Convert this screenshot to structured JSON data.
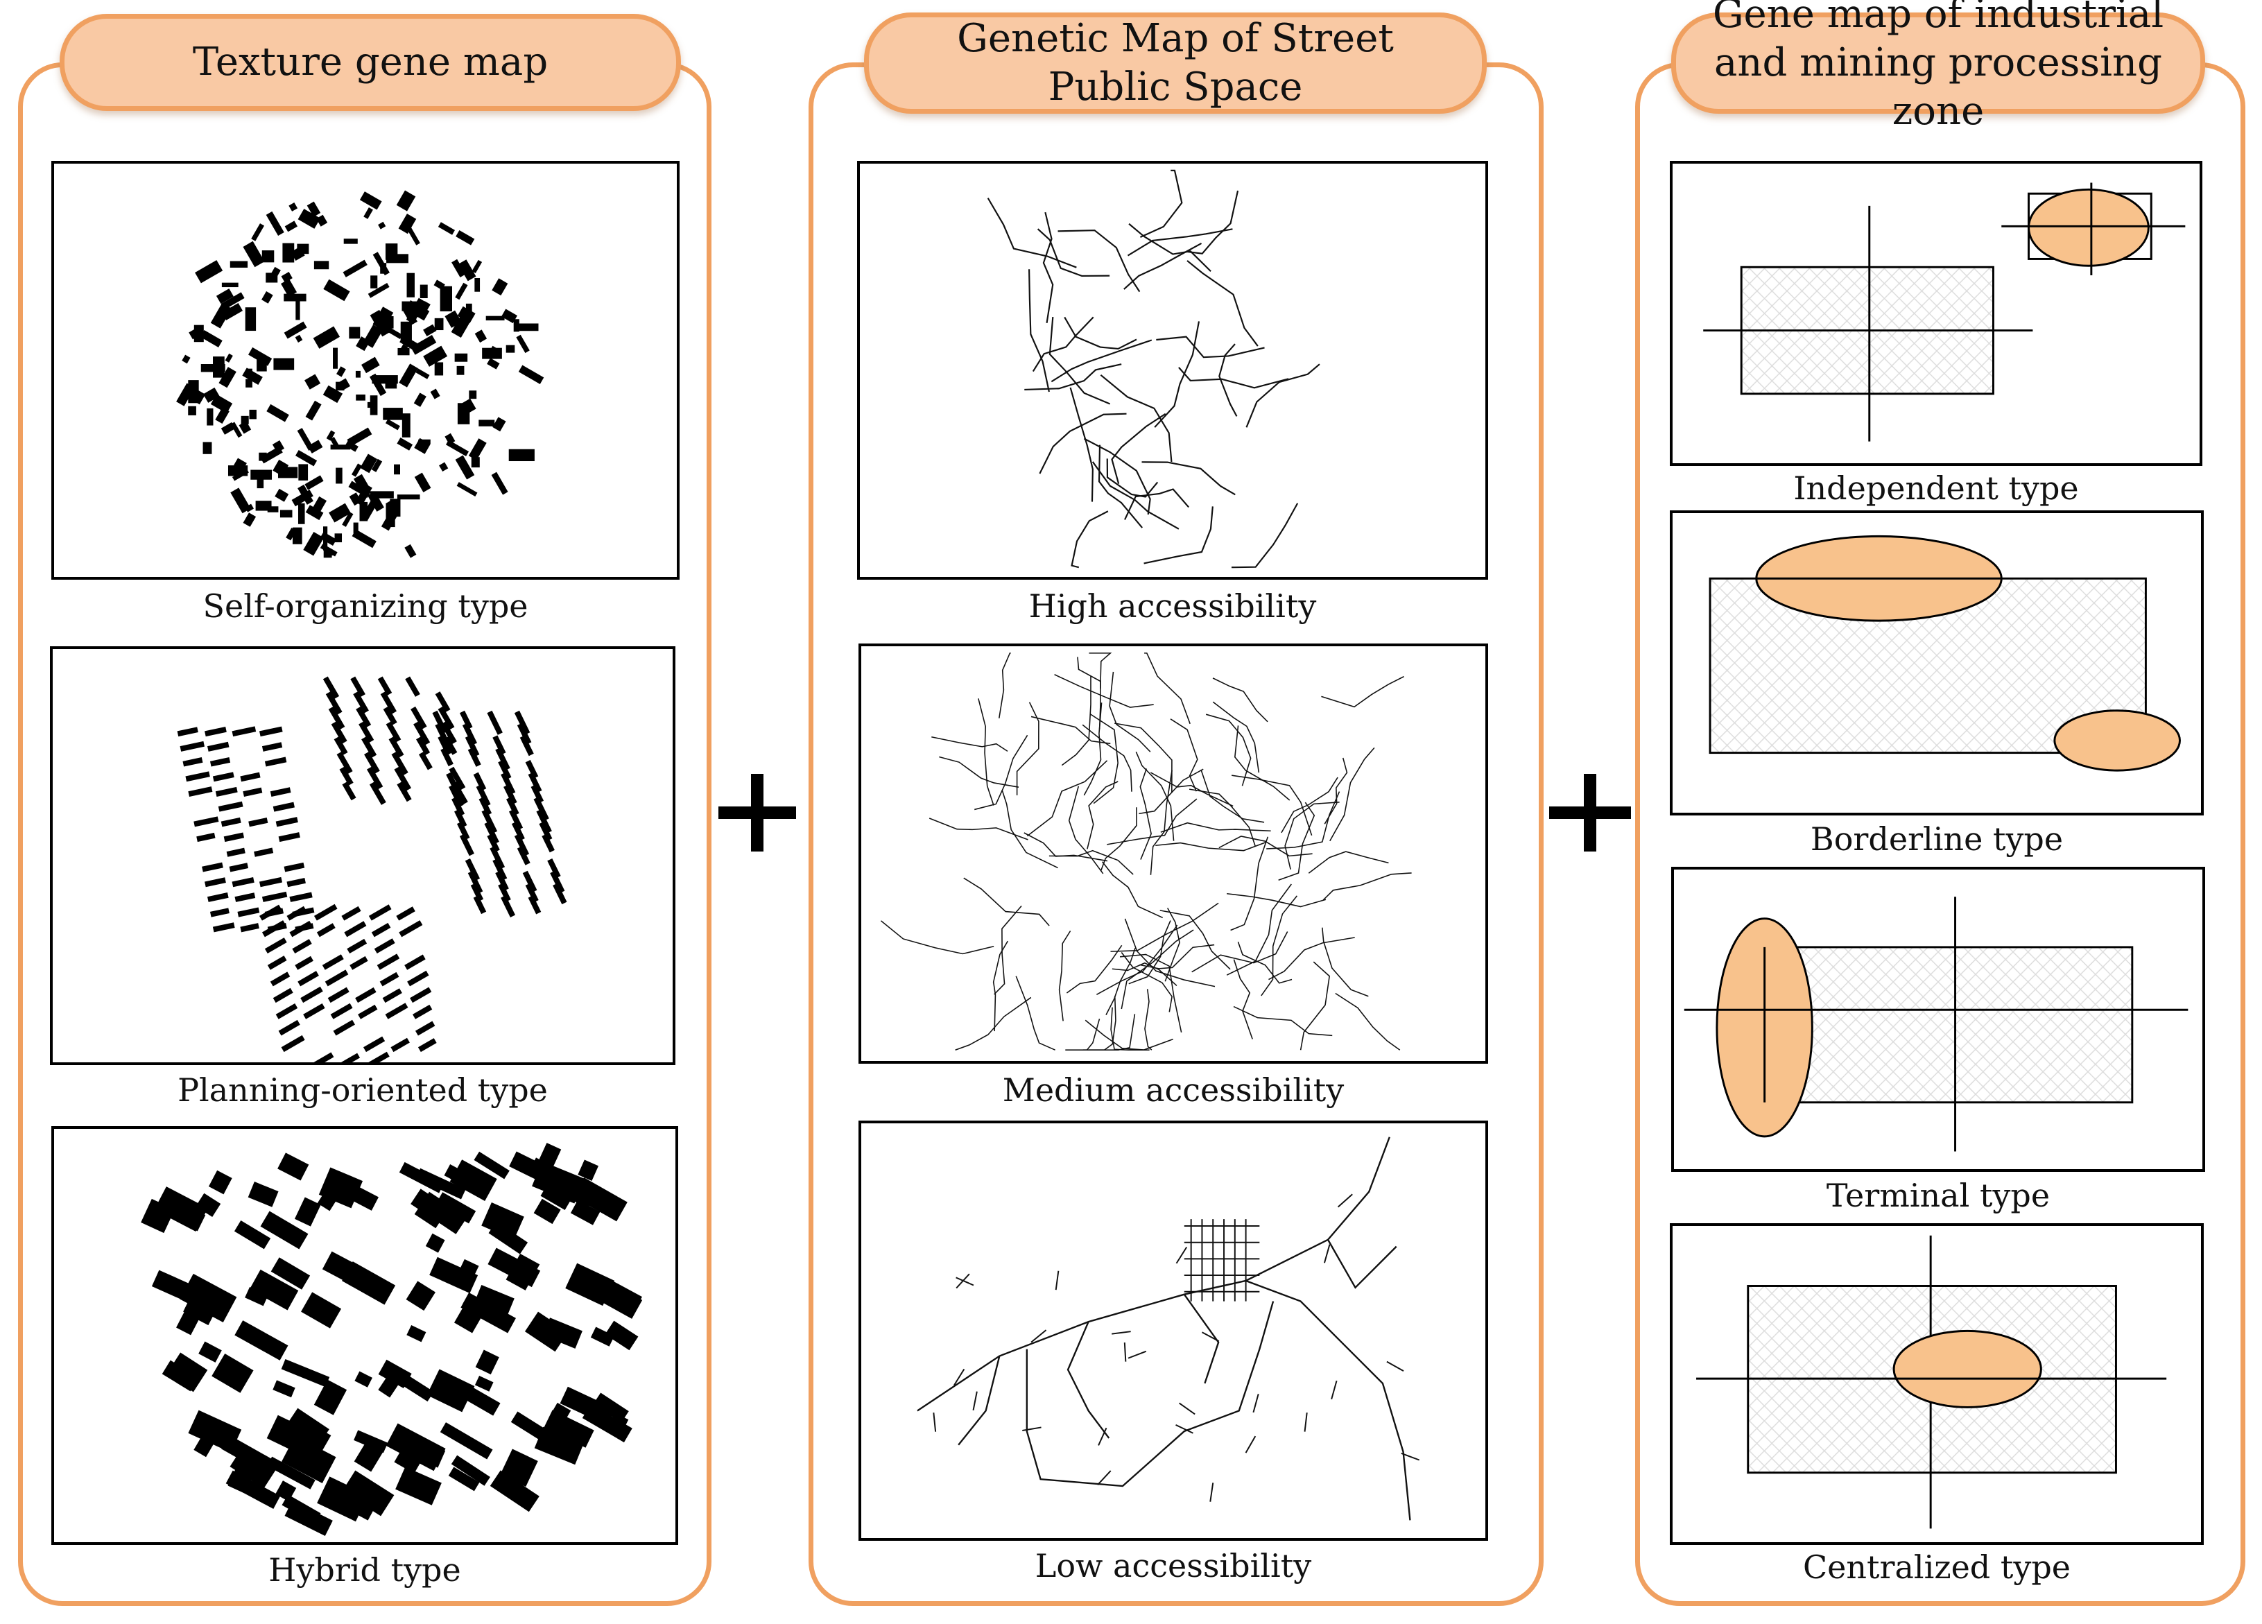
{
  "colors": {
    "accent_border": "#f0a060",
    "pill_fill": "#f9c9a4",
    "zone_fill": "#f8c28c"
  },
  "panels": [
    {
      "title": "Texture gene map",
      "items": [
        "Self-organizing type",
        "Planning-oriented type",
        "Hybrid type"
      ]
    },
    {
      "title": "Genetic Map of Street Public Space",
      "items": [
        "High accessibility",
        "Medium accessibility",
        "Low accessibility"
      ]
    },
    {
      "title": "Gene map of industrial and mining processing zone",
      "items": [
        "Independent type",
        "Borderline type",
        "Terminal type",
        "Centralized type"
      ]
    }
  ],
  "operators": [
    "+",
    "+"
  ]
}
